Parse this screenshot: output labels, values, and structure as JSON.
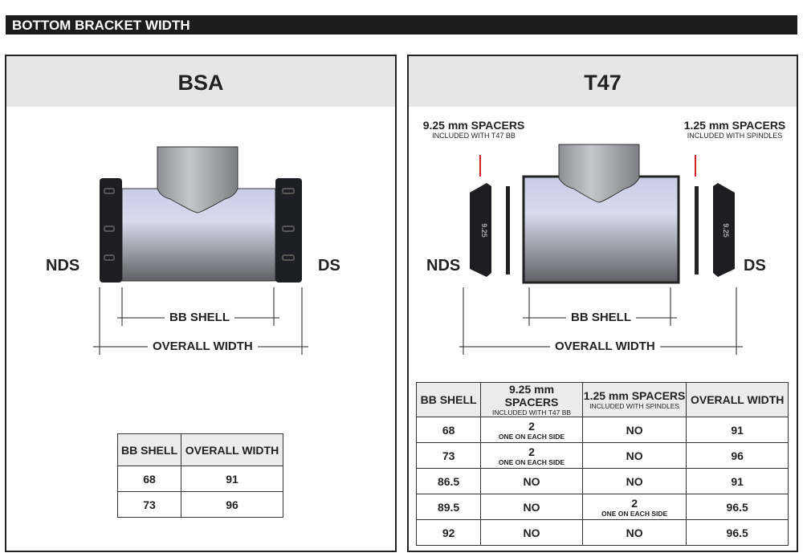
{
  "header": {
    "title": "BOTTOM BRACKET WIDTH"
  },
  "bsa": {
    "title": "BSA",
    "nds": "NDS",
    "ds": "DS",
    "bb_shell_label": "BB SHELL",
    "overall_label": "OVERALL WIDTH",
    "table": {
      "headers": [
        "BB SHELL",
        "OVERALL WIDTH"
      ],
      "rows": [
        [
          "68",
          "91"
        ],
        [
          "73",
          "96"
        ]
      ]
    }
  },
  "t47": {
    "title": "T47",
    "nds": "NDS",
    "ds": "DS",
    "bb_shell_label": "BB SHELL",
    "overall_label": "OVERALL WIDTH",
    "spacer_left": {
      "title": "9.25 mm SPACERS",
      "sub": "INCLUDED WITH T47 BB",
      "mark": "9.25"
    },
    "spacer_right": {
      "title": "1.25 mm SPACERS",
      "sub": "INCLUDED WITH SPINDLES",
      "mark": "9.25"
    },
    "table": {
      "headers": [
        {
          "t": "BB SHELL",
          "s": ""
        },
        {
          "t": "9.25 mm SPACERS",
          "s": "INCLUDED WITH T47 BB"
        },
        {
          "t": "1.25 mm SPACERS",
          "s": "INCLUDED WITH SPINDLES"
        },
        {
          "t": "OVERALL WIDTH",
          "s": ""
        }
      ],
      "rows": [
        [
          {
            "t": "68"
          },
          {
            "t": "2",
            "s": "ONE ON EACH SIDE"
          },
          {
            "t": "NO"
          },
          {
            "t": "91"
          }
        ],
        [
          {
            "t": "73"
          },
          {
            "t": "2",
            "s": "ONE ON EACH SIDE"
          },
          {
            "t": "NO"
          },
          {
            "t": "96"
          }
        ],
        [
          {
            "t": "86.5"
          },
          {
            "t": "NO"
          },
          {
            "t": "NO"
          },
          {
            "t": "91"
          }
        ],
        [
          {
            "t": "89.5"
          },
          {
            "t": "NO"
          },
          {
            "t": "2",
            "s": "ONE ON EACH SIDE"
          },
          {
            "t": "96.5"
          }
        ],
        [
          {
            "t": "92"
          },
          {
            "t": "NO"
          },
          {
            "t": "NO"
          },
          {
            "t": "96.5"
          }
        ]
      ]
    }
  },
  "colors": {
    "accent": "#d0202a",
    "header": "#1c1c1c",
    "title_band": "#e6e6e6"
  }
}
